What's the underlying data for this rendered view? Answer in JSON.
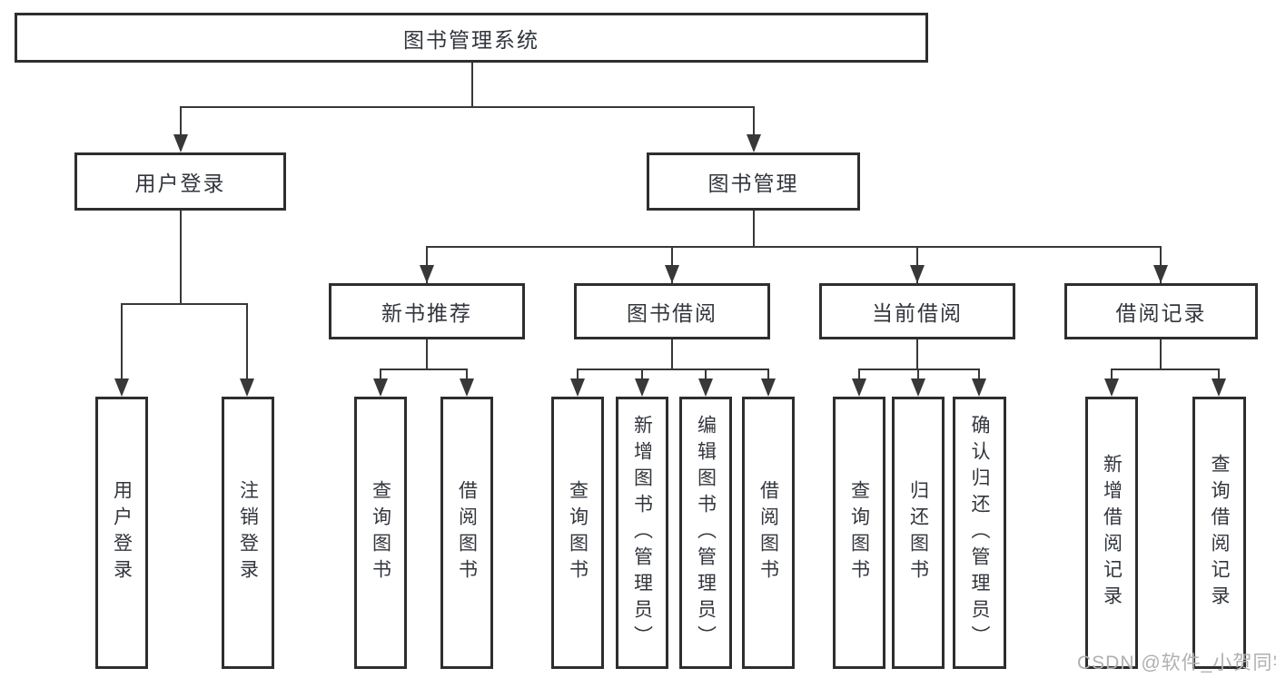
{
  "diagram_title": "图书管理系统",
  "nodes": {
    "root": "图书管理系统",
    "user_login": "用户登录",
    "book_mgmt": "图书管理",
    "new_book_rec": "新书推荐",
    "book_borrow": "图书借阅",
    "current_borrow": "当前借阅",
    "borrow_records": "借阅记录",
    "leaf_user_login": "用户登录",
    "leaf_logout": "注销登录",
    "leaf_nbr_query": "查询图书",
    "leaf_nbr_borrow": "借阅图书",
    "leaf_bb_query": "查询图书",
    "leaf_bb_add": "新增图书（管理员）",
    "leaf_bb_edit": "编辑图书（管理员）",
    "leaf_bb_borrow": "借阅图书",
    "leaf_cb_query": "查询图书",
    "leaf_cb_return": "归还图书",
    "leaf_cb_confirm": "确认归还（管理员）",
    "leaf_br_add": "新增借阅记录",
    "leaf_br_query": "查询借阅记录"
  },
  "hierarchy": {
    "图书管理系统": {
      "用户登录": [
        "用户登录",
        "注销登录"
      ],
      "图书管理": {
        "新书推荐": [
          "查询图书",
          "借阅图书"
        ],
        "图书借阅": [
          "查询图书",
          "新增图书（管理员）",
          "编辑图书（管理员）",
          "借阅图书"
        ],
        "当前借阅": [
          "查询图书",
          "归还图书",
          "确认归还（管理员）"
        ],
        "借阅记录": [
          "新增借阅记录",
          "查询借阅记录"
        ]
      }
    }
  },
  "watermark": "CSDN @软件_小贺同学",
  "colors": {
    "line": "#383838",
    "ink": "#32363c",
    "border": "#2e2e2e",
    "watermark": "#b0b0b0",
    "background": "#ffffff"
  }
}
